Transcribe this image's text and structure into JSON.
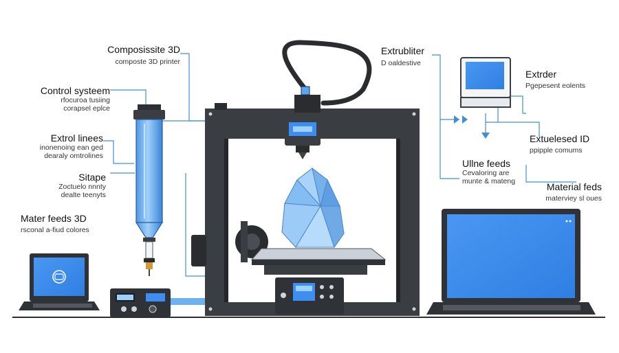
{
  "labels": {
    "composite": {
      "title": "Composissite 3D",
      "sub": "composte 3D printer"
    },
    "control": {
      "title": "Control systeem",
      "sub1": "rfocuroa tusiing",
      "sub2": "corapsel eplce"
    },
    "extrol": {
      "title": "Extrol linees",
      "sub1": "inonenoing ean ged",
      "sub2": "dearaly omtrolines"
    },
    "sitape": {
      "title": "Sitape",
      "sub1": "Zoctuelo nnnty",
      "sub2": "dealte teenyts"
    },
    "mater": {
      "title": "Mater feeds 3D",
      "sub": "rsconal a-fiud colores"
    },
    "extrubliter": {
      "title": "Extrubliter",
      "sub": "D oaldestive"
    },
    "extrder": {
      "title": "Extrder",
      "sub": "Pgepesent eolents"
    },
    "extruelesed": {
      "title": "Extuelesed ID",
      "sub": "ppipple comums"
    },
    "ullne": {
      "title": "Ullne feeds",
      "sub1": "Cevaloring are",
      "sub2": "munte & mateng"
    },
    "material": {
      "title": "Material feds",
      "sub": "materviey sl oues"
    }
  },
  "colors": {
    "leader": "#3f8fd6",
    "frame": "#3a3d42",
    "frame_dark": "#24262a",
    "screen": "#3d8ef0",
    "screen_light": "#5aa6f5",
    "crystal": "#8cc3f5",
    "crystal_dark": "#5f9ee3",
    "tube": "#6fb0f0"
  },
  "icons": [
    "printer-frame-icon",
    "filament-tube-icon",
    "laptop-icon",
    "monitor-icon",
    "control-box-icon",
    "crystal-model-icon"
  ]
}
